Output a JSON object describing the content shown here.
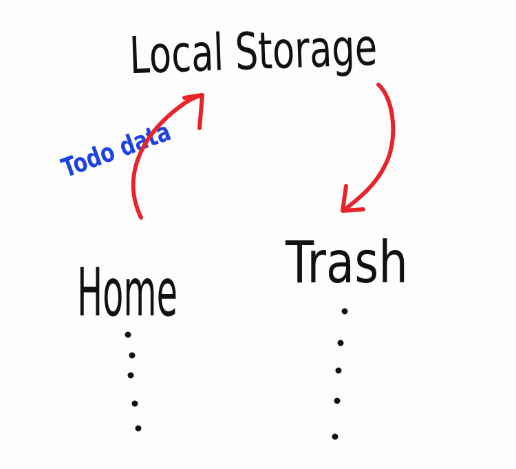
{
  "nodes": {
    "storage": {
      "label": "Local Storage"
    },
    "home": {
      "label": "Home"
    },
    "trash": {
      "label": "Trash"
    }
  },
  "edges": [
    {
      "from": "home",
      "to": "storage",
      "label": "Todo data"
    },
    {
      "from": "storage",
      "to": "trash",
      "label": ""
    }
  ],
  "colors": {
    "ink": "#111111",
    "arrow": "#e8242b",
    "note": "#1f43e0",
    "background": "#fdfdfd"
  }
}
